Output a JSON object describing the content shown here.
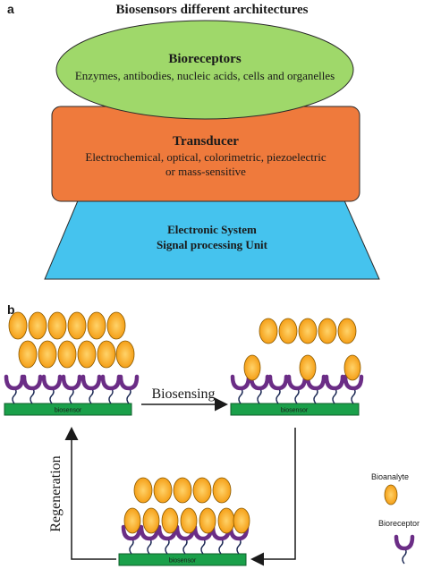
{
  "panel_a": {
    "label": "a",
    "title": "Biosensors different architectures",
    "bioreceptors": {
      "title": "Bioreceptors",
      "text": "Enzymes, antibodies, nucleic acids, cells and organelles",
      "color": "#9fd86a"
    },
    "transducer": {
      "title": "Transducer",
      "line1": "Electrochemical, optical, colorimetric, piezoelectric",
      "line2": "or mass-sensitive",
      "color": "#ef7a3c"
    },
    "electronic": {
      "line1": "Electronic System",
      "line2": "Signal processing Unit",
      "color": "#45c3ee"
    }
  },
  "panel_b": {
    "label": "b",
    "biosensor_label": "biosensor",
    "biosensing_label": "Biosensing",
    "regeneration_label": "Regeneration",
    "legend": {
      "bioanalyte": "Bioanalyte",
      "bioreceptor": "Bioreceptor"
    },
    "colors": {
      "analyte": "#f5a623",
      "receptor": "#6b2d86",
      "bar": "#1aa04a"
    }
  }
}
